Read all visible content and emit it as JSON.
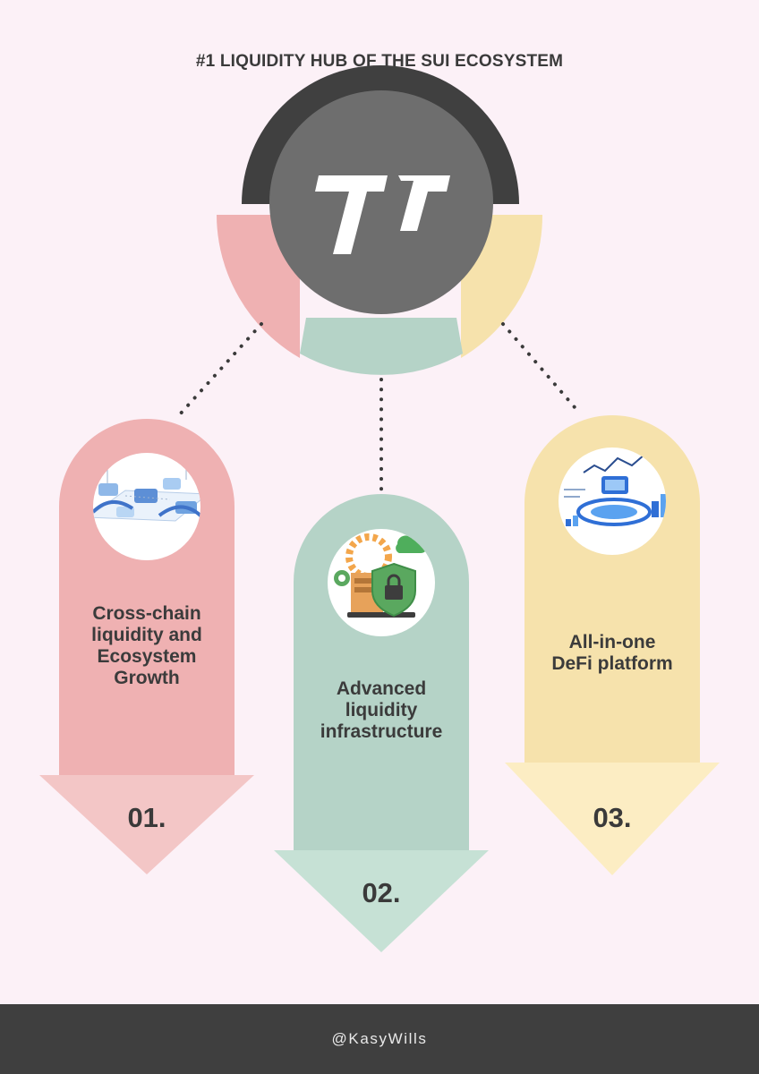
{
  "header": {
    "title": "#1 LIQUIDITY HUB OF THE SUI ECOSYSTEM"
  },
  "hub": {
    "logo_icon": "brand-logo-icon"
  },
  "colors": {
    "background": "#fcf1f7",
    "pink": "#efb1b2",
    "green": "#b5d3c7",
    "yellow": "#f6e2ac",
    "dark": "#404040",
    "hub_gray": "#6e6e6e"
  },
  "steps": [
    {
      "number": "01.",
      "label": "Cross-chain liquidity and Ecosystem Growth",
      "icon": "cross-chain-network-icon"
    },
    {
      "number": "02.",
      "label": "Advanced liquidity infrastructure",
      "icon": "security-infrastructure-icon"
    },
    {
      "number": "03.",
      "label": "All-in-one DeFi platform",
      "icon": "defi-platform-icon"
    }
  ],
  "footer": {
    "handle": "@KasyWills"
  }
}
